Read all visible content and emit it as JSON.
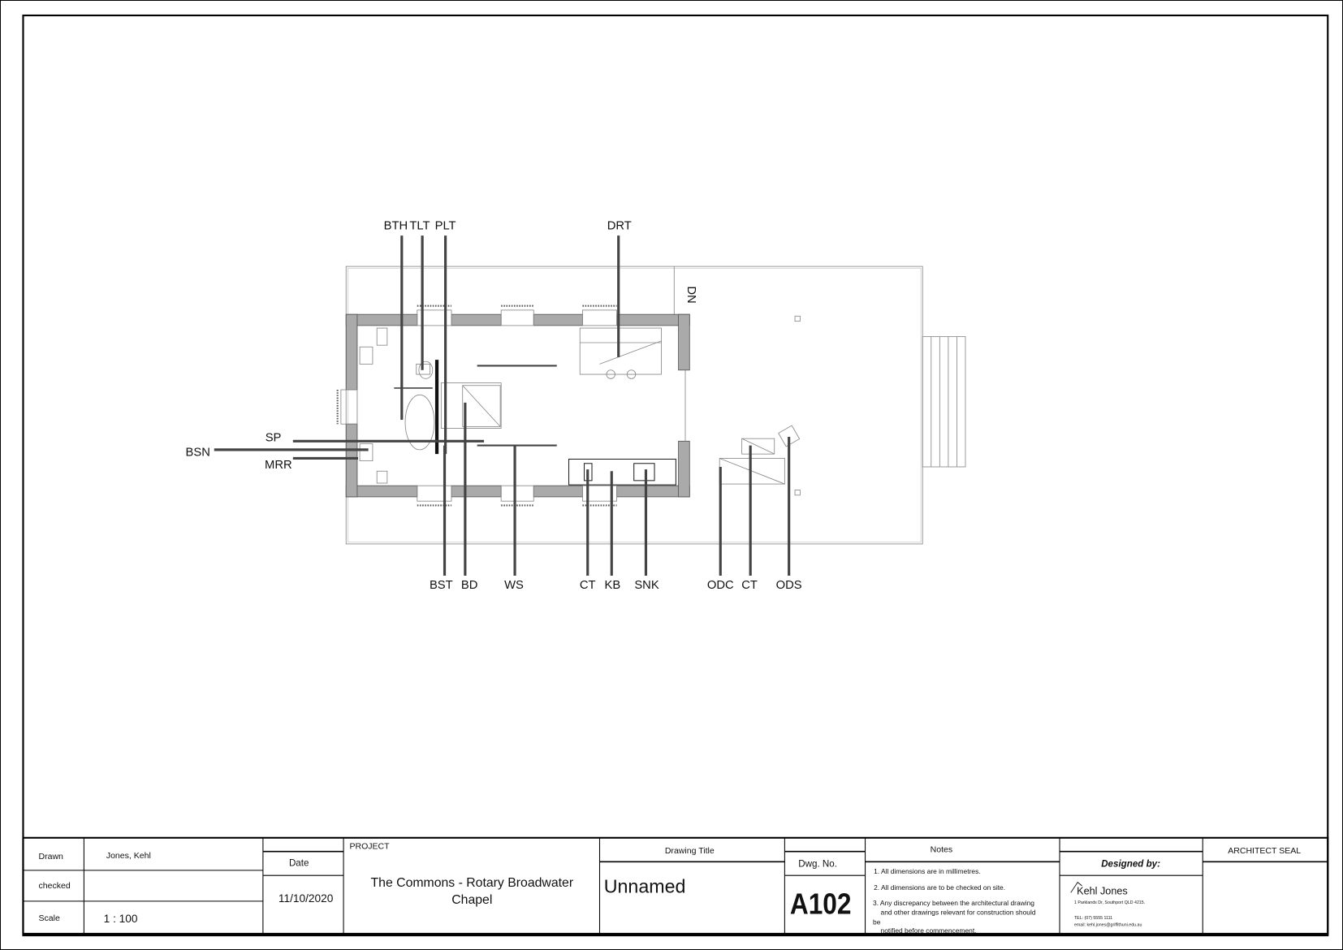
{
  "plan": {
    "dn_label": "DN",
    "labels_top": [
      "BTH",
      "TLT",
      "PLT",
      "DRT"
    ],
    "labels_left": [
      "SP",
      "BSN",
      "MRR"
    ],
    "labels_bottom": [
      "BST",
      "BD",
      "WS",
      "CT",
      "KB",
      "SNK",
      "ODC",
      "CT",
      "ODS"
    ]
  },
  "title_block": {
    "drawn_label": "Drawn",
    "drawn_value": "Jones, Kehl",
    "checked_label": "checked",
    "scale_label": "Scale",
    "scale_value": "1 : 100",
    "date_label": "Date",
    "date_value": "11/10/2020",
    "project_label": "PROJECT",
    "project_line1": "The Commons - Rotary Broadwater",
    "project_line2": "Chapel",
    "drawing_title_label": "Drawing Title",
    "drawing_title_value": "Unnamed",
    "dwg_no_label": "Dwg. No.",
    "dwg_no_value": "A102",
    "notes_label": "Notes",
    "notes": [
      "1. All dimensions are in millimetres.",
      "2. All dimensions are to be checked on site.",
      "3. Any discrepancy between the architectural drawing",
      "and other drawings relevant for construction should",
      "be",
      "notified before commencement."
    ],
    "designed_by_label": "Designed by:",
    "designer_name": "Kehl Jones",
    "designer_address": "1 Parklands Dr, Southport QLD 4215.",
    "designer_tel": "TEL: (07) 5555 1111",
    "designer_email": "email: kehl.jones@griffithuni.edu.au",
    "architect_seal_label": "ARCHITECT SEAL"
  }
}
